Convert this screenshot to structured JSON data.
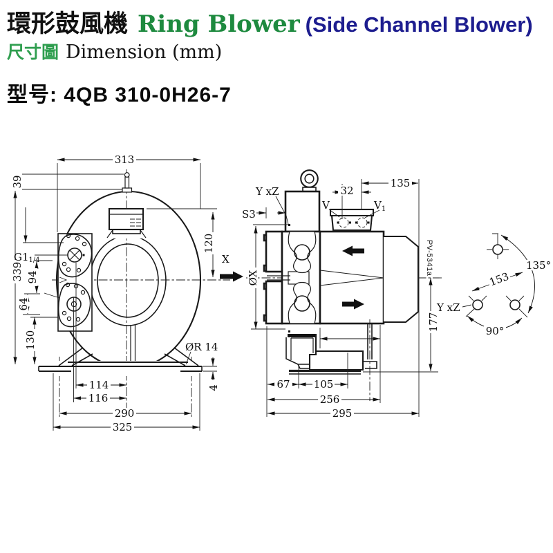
{
  "header": {
    "title_zh": "環形鼓風機",
    "title_en": "Ring Blower",
    "title_paren": "(Side Channel Blower)",
    "subtitle_zh": "尺寸圖",
    "subtitle_en": "Dimension (mm)",
    "model_label": "型号:",
    "model_value": "4QB 310-0H26-7",
    "colors": {
      "title_en": "#1e8a3f",
      "title_paren": "#1d1d8f",
      "subtitle_zh": "#2f9e4f"
    }
  },
  "front_view": {
    "dims": {
      "overall_width": "313",
      "spike_height": "39",
      "overall_height": "339",
      "inlet_to_center": "120",
      "port_spacing": "94",
      "lower_port_spacing": "64",
      "bottom_offset": "130",
      "foot_offset_1": "114",
      "foot_offset_2": "116",
      "foot_span": "290",
      "base_width": "325",
      "foot_hole": "ØR 14",
      "plate_thickness": "4"
    },
    "labels": {
      "thread_main": "G1",
      "thread_frac": "1/4"
    }
  },
  "side_view": {
    "dims": {
      "gland_spacing": "32",
      "box_offset": "135",
      "silencer_offset": "67",
      "outlet_offset": "105",
      "body_length": "256",
      "overall_length": "295",
      "height": "177",
      "inlet_dia": "ØX"
    },
    "labels": {
      "axis": "X",
      "ports": "Y xZ",
      "muffler": "S3",
      "v": "V",
      "v1_main": "V",
      "v1_sub": "1",
      "part_no": "PV-5341a"
    }
  },
  "angle_view": {
    "dims": {
      "hole_spacing": "153"
    },
    "labels": {
      "angle_big": "135°",
      "angle_small": "90°",
      "ports": "Y xZ"
    }
  }
}
